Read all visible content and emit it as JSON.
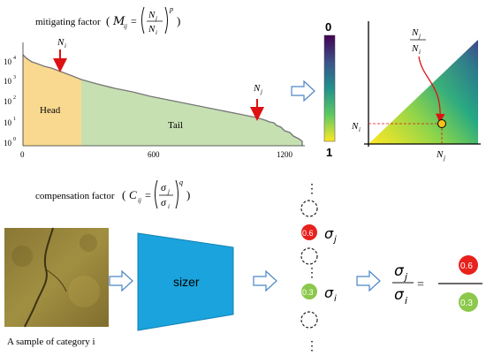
{
  "top": {
    "mitigating_label": "mitigating factor",
    "formula_M": "M",
    "formula_sub_ij": "ij",
    "formula_eq": "=",
    "formula_Nj": "N",
    "formula_Nj_sub": "j",
    "formula_Ni": "N",
    "formula_Ni_sub": "i",
    "formula_p": "p"
  },
  "histogram": {
    "y_ticks": [
      "10",
      "10",
      "10",
      "10",
      "10"
    ],
    "y_exps": [
      "4",
      "3",
      "2",
      "1",
      "0"
    ],
    "x_ticks": [
      "0",
      "600",
      "1200"
    ],
    "head_label": "Head",
    "tail_label": "Tail",
    "Ni_label": "N",
    "Ni_sub": "i",
    "Nj_label": "N",
    "Nj_sub": "j"
  },
  "colorbar": {
    "top_label": "0",
    "bottom_label": "1"
  },
  "heat": {
    "ratio_top": "N",
    "ratio_top_sub": "j",
    "ratio_bottom": "N",
    "ratio_bottom_sub": "i",
    "Ni_axis": "N",
    "Ni_axis_sub": "i",
    "Nj_axis": "N",
    "Nj_axis_sub": "j"
  },
  "bottom": {
    "compensation_label": "compensation factor",
    "formula_C": "C",
    "formula_sub_ij": "ij",
    "formula_eq": "=",
    "sigma_j": "σ",
    "sigma_j_sub": "j",
    "sigma_i": "σ",
    "sigma_i_sub": "i",
    "formula_q": "q",
    "sample_caption": "A sample of category i",
    "sizer_label": "sizer",
    "node_red_value": "0.6",
    "node_green_value": "0.3",
    "node_sigma_j": "σ",
    "node_sigma_j_sub": "j",
    "node_sigma_i": "σ",
    "node_sigma_i_sub": "i",
    "ellipsis": "⋮",
    "frac_top": "σ",
    "frac_top_sub": "j",
    "frac_bottom": "σ",
    "frac_bottom_sub": "i",
    "frac_eq": "=",
    "result_top": "0.6",
    "result_bottom": "0.3"
  },
  "colors": {
    "head": "#f9d98f",
    "tail": "#c6e0b2",
    "red": "#e8211d",
    "green": "#8cc84b",
    "sizer": "#1aa3dc",
    "arrow_outline": "#4a86c8",
    "point": "#f6c21d"
  }
}
